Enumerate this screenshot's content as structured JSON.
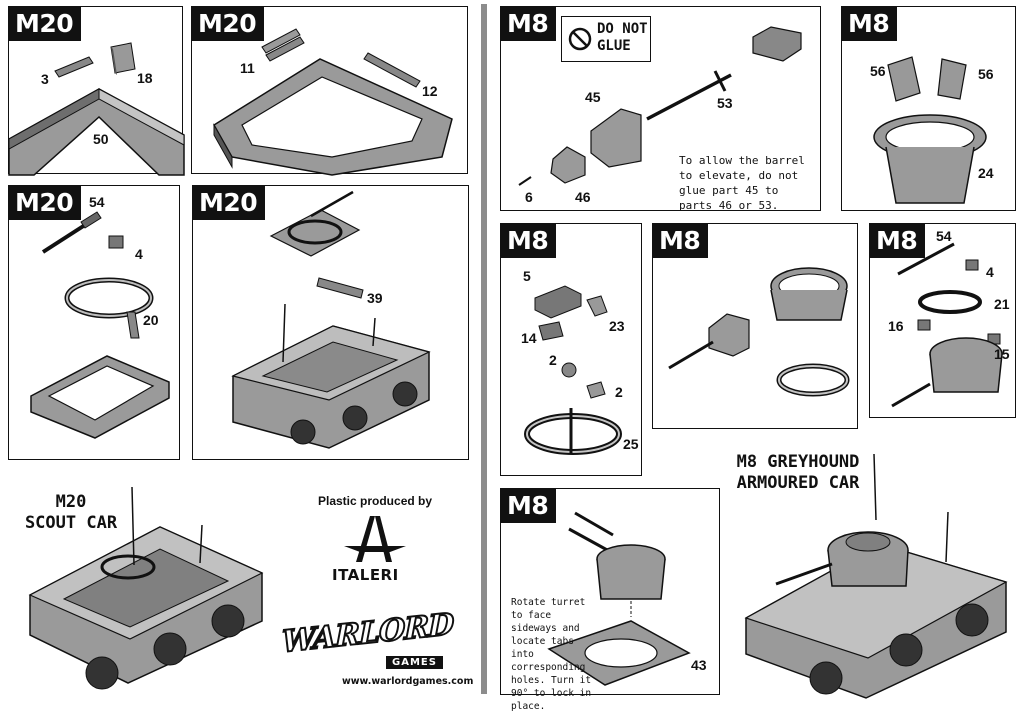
{
  "panels": {
    "p1": {
      "tag": "M20",
      "labels": [
        "3",
        "18",
        "50"
      ]
    },
    "p2": {
      "tag": "M20",
      "labels": [
        "11",
        "12"
      ]
    },
    "p3": {
      "tag": "M20",
      "labels": [
        "54",
        "4",
        "20"
      ]
    },
    "p4": {
      "tag": "M20",
      "labels": [
        "39"
      ]
    },
    "p5": {
      "tag": "M8",
      "labels": [
        "45",
        "53",
        "6",
        "46"
      ],
      "do_not_glue": "DO NOT GLUE",
      "note": "To allow the barrel to elevate, do not glue part 45 to parts 46 or 53."
    },
    "p6": {
      "tag": "M8",
      "labels": [
        "56",
        "56",
        "24"
      ]
    },
    "p7": {
      "tag": "M8",
      "labels": [
        "5",
        "14",
        "23",
        "2",
        "2",
        "25"
      ]
    },
    "p8": {
      "tag": "M8",
      "labels": []
    },
    "p9": {
      "tag": "M8",
      "labels": [
        "54",
        "4",
        "21",
        "16",
        "15"
      ]
    },
    "p10": {
      "tag": "M8",
      "labels": [
        "43"
      ],
      "note": "Rotate turret to face sideways and locate tabs into corresponding holes. Turn it 90° to lock in place."
    }
  },
  "m20_caption": {
    "line1": "M20",
    "line2": "SCOUT CAR"
  },
  "m8_caption": {
    "line1": "M8 GREYHOUND",
    "line2": "ARMOURED CAR"
  },
  "plastic_credit": "Plastic produced by",
  "italeri_logo": "ITALERI",
  "warlord_logo": {
    "word": "WARLORD",
    "sub": "GAMES",
    "url": "www.warlordgames.com"
  },
  "colors": {
    "ink": "#111111",
    "plastic_light": "#9a9a9a",
    "plastic_dark": "#555555",
    "divider": "#8c8c8c"
  }
}
